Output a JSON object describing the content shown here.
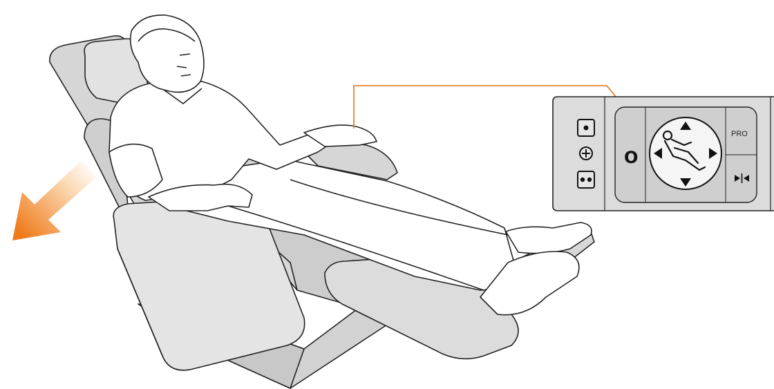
{
  "remote": {
    "power_label": "O",
    "pro_label": "PRO",
    "button_one_dot": "single-dot-button-icon",
    "button_plus": "plus-circle-icon",
    "button_two_dots": "double-dot-button-icon",
    "button_pause": "play-pause-icon",
    "dpad_arrows": [
      "up",
      "down",
      "left",
      "right"
    ],
    "center_icon": "reclining-person-icon"
  },
  "colors": {
    "callout_line": "#e8822c",
    "arrow_light": "#fde2c4",
    "arrow_dark": "#ef7a1a",
    "chair_fill": "#dadada",
    "chair_stroke": "#222222",
    "remote_fill": "#d9d9d9"
  },
  "illustration": {
    "direction_arrow": "recline-direction-arrow-icon"
  }
}
